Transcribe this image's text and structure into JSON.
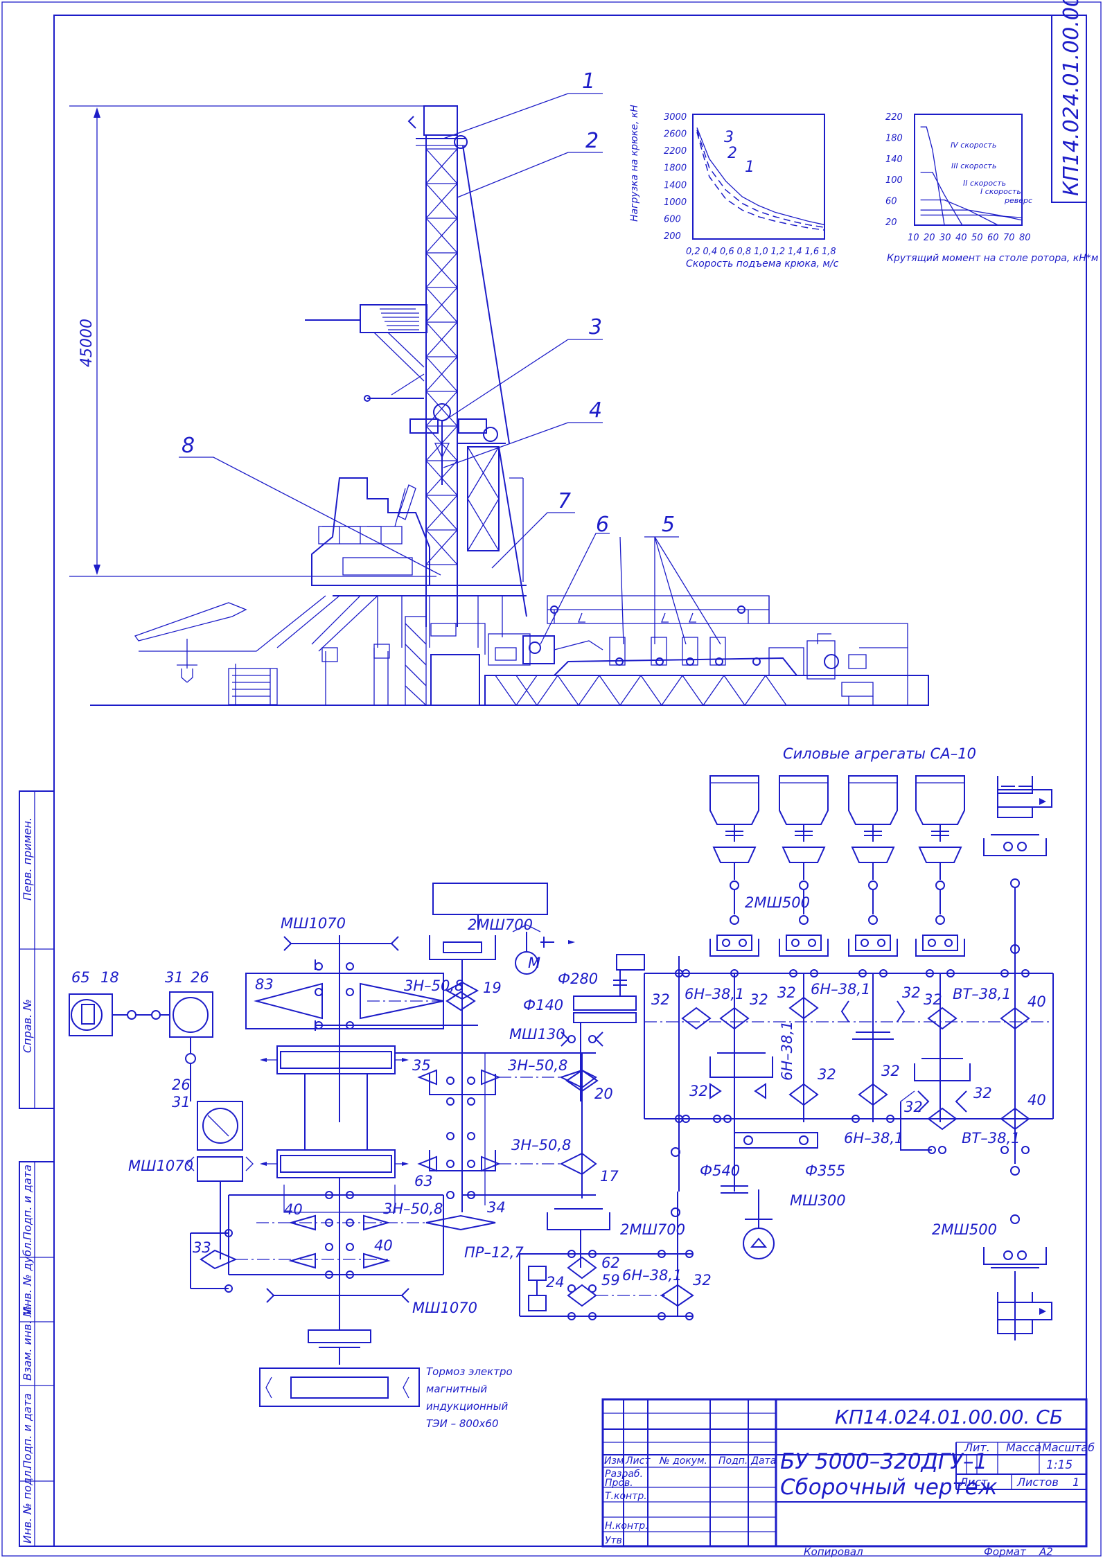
{
  "drawing": {
    "code": "КП14.024.01.00.00. СБ",
    "code_side": "КП14.024.01.00.00. СБ",
    "name_line1": "БУ 5000–320ДГУ–1",
    "name_line2": "Сборочный чертеж",
    "scale": "1:15",
    "sheets_label": "Листов",
    "sheets_value": "1",
    "sheet_label": "Лист",
    "lit_label": "Лит.",
    "mass_label": "Масса",
    "scale_label": "Масштаб",
    "copied": "Копировал",
    "format_label": "Формат",
    "format_value": "А2"
  },
  "title_block": {
    "col_headers": [
      "Изм",
      "Лист",
      "№ докум.",
      "Подп.",
      "Дата"
    ],
    "rows": [
      "Разраб.",
      "Пров.",
      "Т.контр.",
      "Н.контр.",
      "Утв."
    ]
  },
  "margin_labels": [
    "Перв. примен.",
    "Справ. №",
    "Подп. и дата",
    "Инв. № дубл.",
    "Взам. инв. №",
    "Подп. и дата",
    "Инв. № подл."
  ],
  "rig": {
    "height_label": "45000",
    "callouts": [
      "1",
      "2",
      "3",
      "4",
      "5",
      "6",
      "7",
      "8"
    ]
  },
  "chart_data": [
    {
      "type": "line",
      "ylabel": "Нагрузка на крюке, кН",
      "xlabel": "Скорость подъема крюка, м/с",
      "yticks": [
        "3000",
        "2600",
        "2200",
        "1800",
        "1400",
        "1000",
        "600",
        "200"
      ],
      "xticks": [
        "0,2",
        "0,4",
        "0,6",
        "0,8",
        "1,0",
        "1,2",
        "1,4",
        "1,6",
        "1,8"
      ],
      "ylim": [
        200,
        3000
      ],
      "xlim": [
        0.2,
        1.8
      ],
      "series": [
        {
          "name": "1",
          "x": [
            0.25,
            0.4,
            0.6,
            0.8,
            1.0,
            1.2,
            1.4,
            1.6,
            1.8
          ],
          "y": [
            2700,
            2000,
            1500,
            1150,
            950,
            800,
            700,
            600,
            520
          ]
        },
        {
          "name": "2",
          "x": [
            0.25,
            0.4,
            0.6,
            0.8,
            1.0,
            1.2,
            1.4,
            1.6,
            1.8
          ],
          "y": [
            2650,
            1800,
            1300,
            1000,
            820,
            700,
            600,
            520,
            460
          ]
        },
        {
          "name": "3",
          "x": [
            0.25,
            0.4,
            0.6,
            0.8,
            1.0,
            1.2,
            1.4,
            1.6,
            1.8
          ],
          "y": [
            2600,
            1600,
            1100,
            850,
            700,
            600,
            520,
            450,
            400
          ]
        }
      ]
    },
    {
      "type": "line",
      "xlabel": "Крутящий момент на столе ротора, кН*м",
      "yticks": [
        "220",
        "180",
        "140",
        "100",
        "60",
        "20"
      ],
      "xticks": [
        "10",
        "20",
        "30",
        "40",
        "50",
        "60",
        "70",
        "80"
      ],
      "ylim": [
        0,
        220
      ],
      "xlim": [
        0,
        90
      ],
      "series": [
        {
          "name": "IV скорость",
          "x": [
            5,
            10,
            15,
            25
          ],
          "y": [
            195,
            195,
            150,
            0
          ]
        },
        {
          "name": "III скорость",
          "x": [
            5,
            15,
            25,
            40
          ],
          "y": [
            105,
            105,
            60,
            0
          ]
        },
        {
          "name": "II скорость",
          "x": [
            5,
            25,
            45,
            70
          ],
          "y": [
            50,
            50,
            30,
            0
          ]
        },
        {
          "name": "I скорость",
          "x": [
            5,
            45,
            70,
            90
          ],
          "y": [
            30,
            30,
            20,
            10
          ]
        },
        {
          "name": "реверс",
          "x": [
            5,
            60,
            90
          ],
          "y": [
            20,
            20,
            15
          ]
        }
      ]
    }
  ],
  "kinematic": {
    "title": "Силовые агрегаты СА–10",
    "brake_note": [
      "Тормоз электро",
      "магнитный",
      "индукционный",
      "ТЭИ – 800х60"
    ],
    "labels": {
      "msh1070_top": "МШ1070",
      "msh1070_mid": "МШ1070",
      "msh1070_bot": "МШ1070",
      "msh700_top": "2МШ700",
      "msh700_bot": "2МШ700",
      "msh500_top": "2МШ500",
      "msh500_right": "2МШ500",
      "msh300": "МШ300",
      "msh130": "МШ130",
      "f280": "Ф280",
      "f140": "Ф140",
      "f540": "Ф540",
      "f355": "Ф355",
      "chain_3n_1": "3Н–50,8",
      "chain_3n_2": "3Н–50,8",
      "chain_3n_3": "3Н–50,8",
      "chain_3n_4": "3Н–50,8",
      "chain_6n_1": "6Н–38,1",
      "chain_6n_2": "6Н–38,1",
      "chain_6n_3": "6Н–38,1",
      "chain_6n_4": "6Н–38,1",
      "chain_6n_5": "6Н–38,1",
      "chain_vt_1": "ВТ–38,1",
      "chain_vt_2": "ВТ–38,1",
      "chain_pr": "ПР–12,7",
      "motor": "М"
    },
    "numbers": [
      "65",
      "18",
      "31",
      "26",
      "26",
      "31",
      "83",
      "19",
      "35",
      "20",
      "17",
      "63",
      "34",
      "40",
      "40",
      "33",
      "62",
      "59",
      "24",
      "32",
      "32",
      "32",
      "32",
      "32",
      "32",
      "32",
      "32",
      "32",
      "32",
      "40",
      "40",
      "32"
    ]
  }
}
